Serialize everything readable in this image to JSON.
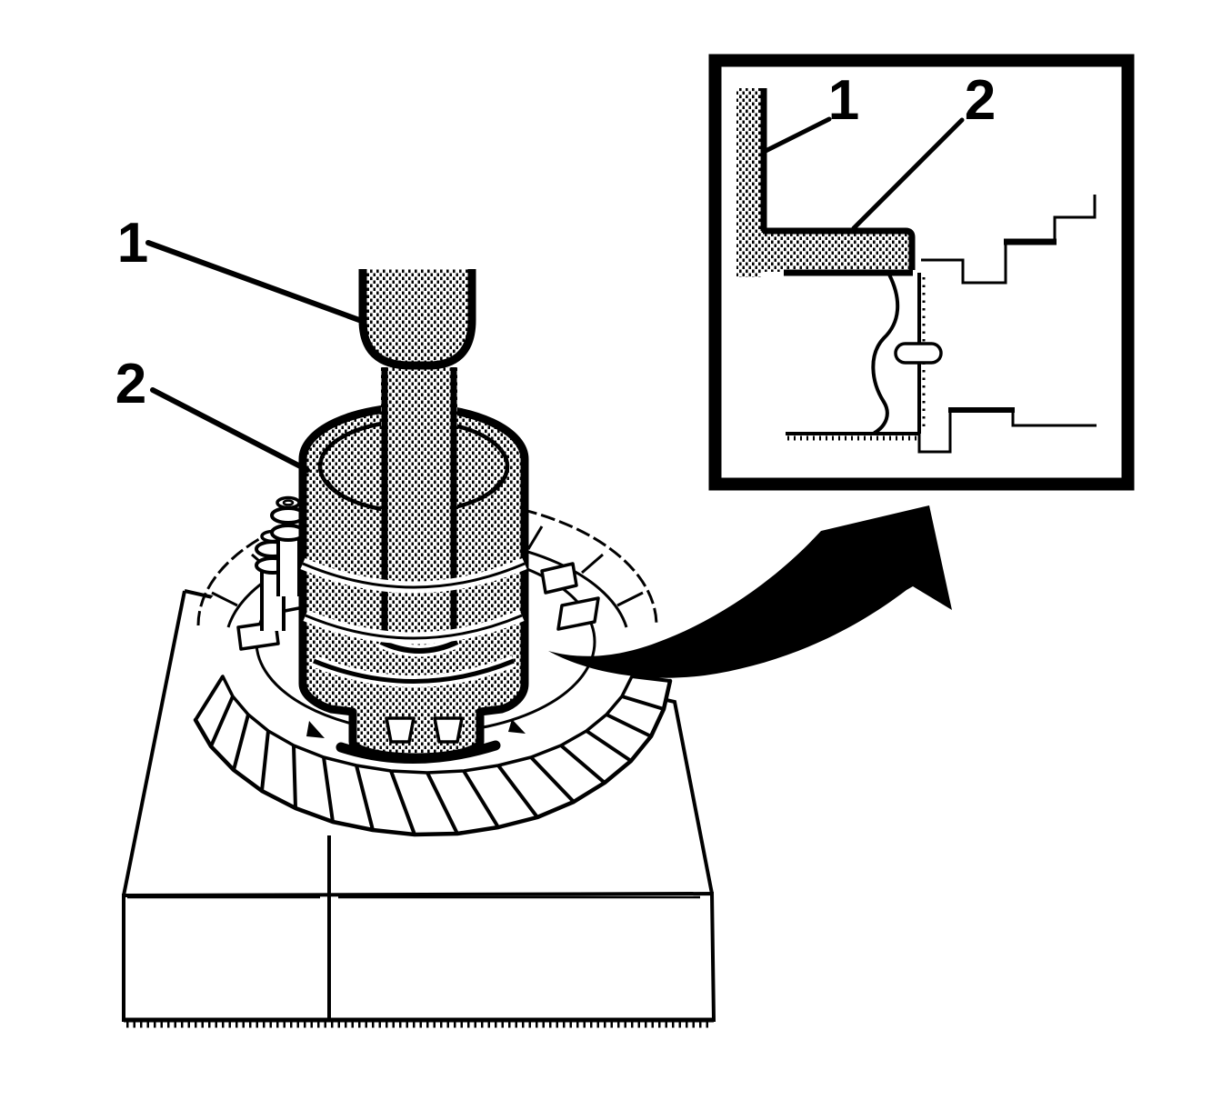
{
  "figure": {
    "background_color": "#ffffff",
    "line_color": "#000000",
    "main_view": {
      "callouts": [
        {
          "label": "1"
        },
        {
          "label": "2"
        }
      ]
    },
    "inset_view": {
      "callouts": [
        {
          "label": "1"
        },
        {
          "label": "2"
        }
      ]
    }
  }
}
